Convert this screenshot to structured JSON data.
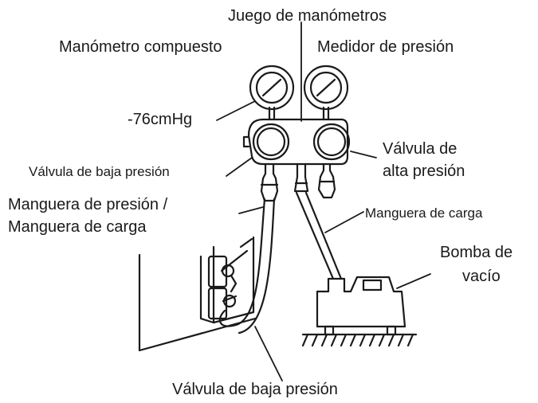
{
  "labels": {
    "manifold_set": "Juego de manómetros",
    "compound_gauge": "Manómetro compuesto",
    "pressure_gauge": "Medidor de presión",
    "vacuum_reading": "-76cmHg",
    "manifold_low_valve": "Válvula de baja presión",
    "high_valve_line1": "Válvula de",
    "high_valve_line2": "alta presión",
    "pressure_hose_line1": "Manguera de presión /",
    "pressure_hose_line2": "Manguera de carga",
    "charge_hose": "Manguera de carga",
    "vacuum_pump_line1": "Bomba de",
    "vacuum_pump_line2": "vacío",
    "service_low_valve": "Válvula de baja presión"
  },
  "colors": {
    "line": "#1a1a1a",
    "background": "#ffffff"
  }
}
